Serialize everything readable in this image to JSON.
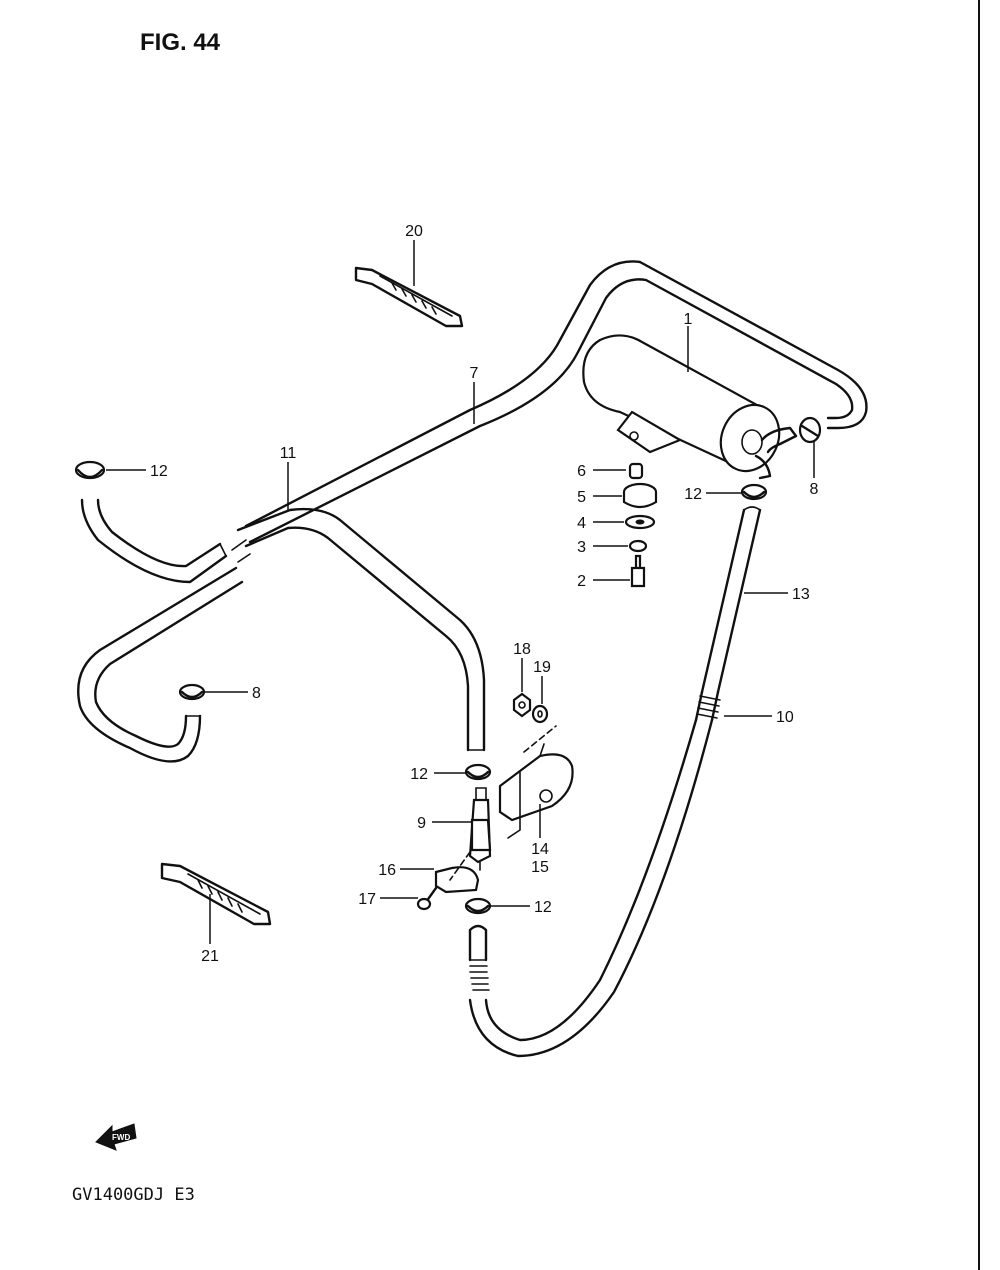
{
  "figure": {
    "title": "FIG. 44",
    "model": "GV1400GDJ  E3",
    "fwd_badge": "FWD"
  },
  "callouts": {
    "c1": "1",
    "c2": "2",
    "c3": "3",
    "c4": "4",
    "c5": "5",
    "c6": "6",
    "c7": "7",
    "c8a": "8",
    "c8b": "8",
    "c9": "9",
    "c10": "10",
    "c11": "11",
    "c12a": "12",
    "c12b": "12",
    "c12c": "12",
    "c12d": "12",
    "c13": "13",
    "c14": "14",
    "c15": "15",
    "c16": "16",
    "c17": "17",
    "c18": "18",
    "c19": "19",
    "c20": "20",
    "c21": "21"
  }
}
